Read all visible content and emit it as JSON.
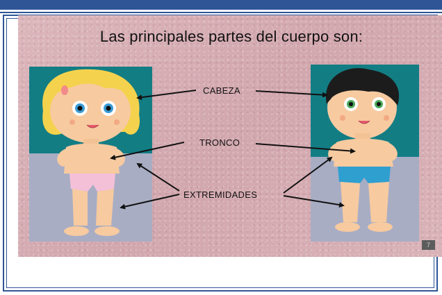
{
  "slide": {
    "title": "Las principales partes del cuerpo son:",
    "labels": {
      "head": "CABEZA",
      "trunk": "TRONCO",
      "limbs": "EXTREMIDADES"
    },
    "page_number": "7"
  },
  "colors": {
    "border_blue": "#2f5597",
    "slide_background": "#d7b0b5",
    "teal_background": "#117a80",
    "skin": "#f6c99d",
    "girl_hair": "#f4d24a",
    "boy_hair": "#1c1c1c",
    "girl_underwear": "#f3bfd6",
    "boy_underwear": "#2f9fd0"
  }
}
